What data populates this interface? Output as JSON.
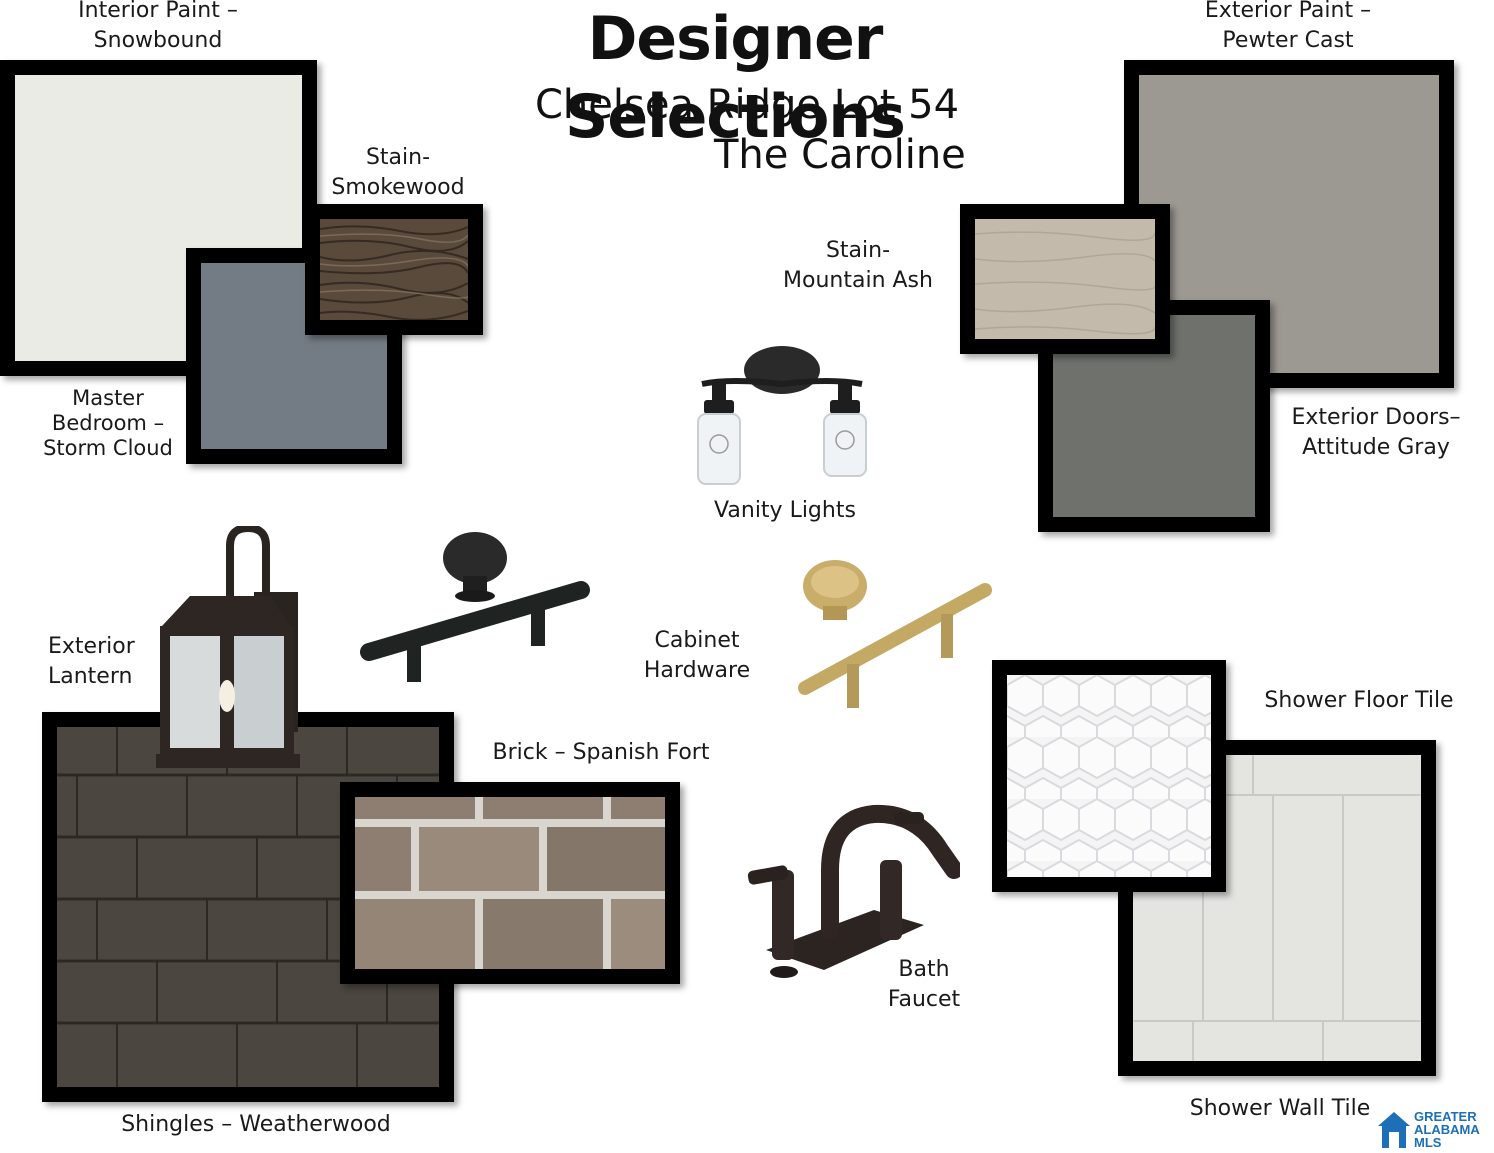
{
  "header": {
    "title": "Designer Selections",
    "subtitle_line1": "Chelsea Ridge Lot 54",
    "subtitle_line2": "The Caroline"
  },
  "selections": {
    "interior_paint": {
      "line1": "Interior Paint –",
      "line2": "Snowbound",
      "color": "#ebebe6"
    },
    "stain_smokewood": {
      "line1": "Stain-",
      "line2": "Smokewood",
      "color": "#5a4a3c"
    },
    "master_bedroom": {
      "line1": "Master",
      "line2": "Bedroom –",
      "line3": "Storm Cloud",
      "color": "#737b84"
    },
    "exterior_paint": {
      "line1": "Exterior Paint –",
      "line2": "Pewter Cast",
      "color": "#9c9892"
    },
    "stain_mountain_ash": {
      "line1": "Stain-",
      "line2": "Mountain Ash",
      "color": "#c2b8aa"
    },
    "exterior_doors": {
      "line1": "Exterior Doors–",
      "line2": "Attitude Gray",
      "color": "#6e716c"
    },
    "vanity_lights": {
      "line1": "Vanity Lights"
    },
    "exterior_lantern": {
      "line1": "Exterior",
      "line2": "Lantern"
    },
    "cabinet_hardware": {
      "line1": "Cabinet",
      "line2": "Hardware"
    },
    "brick": {
      "line1": "Brick – Spanish Fort",
      "color": "#8a7b6e"
    },
    "shingles": {
      "line1": "Shingles – Weatherwood",
      "color": "#4a453e"
    },
    "bath_faucet": {
      "line1": "Bath",
      "line2": "Faucet"
    },
    "shower_floor_tile": {
      "line1": "Shower Floor Tile",
      "color": "#f4f4f5"
    },
    "shower_wall_tile": {
      "line1": "Shower Wall Tile",
      "color": "#e2e2df"
    }
  },
  "logo": {
    "line1": "GREATER",
    "line2": "ALABAMA",
    "line3": "MLS",
    "color": "#1d6fb8"
  }
}
